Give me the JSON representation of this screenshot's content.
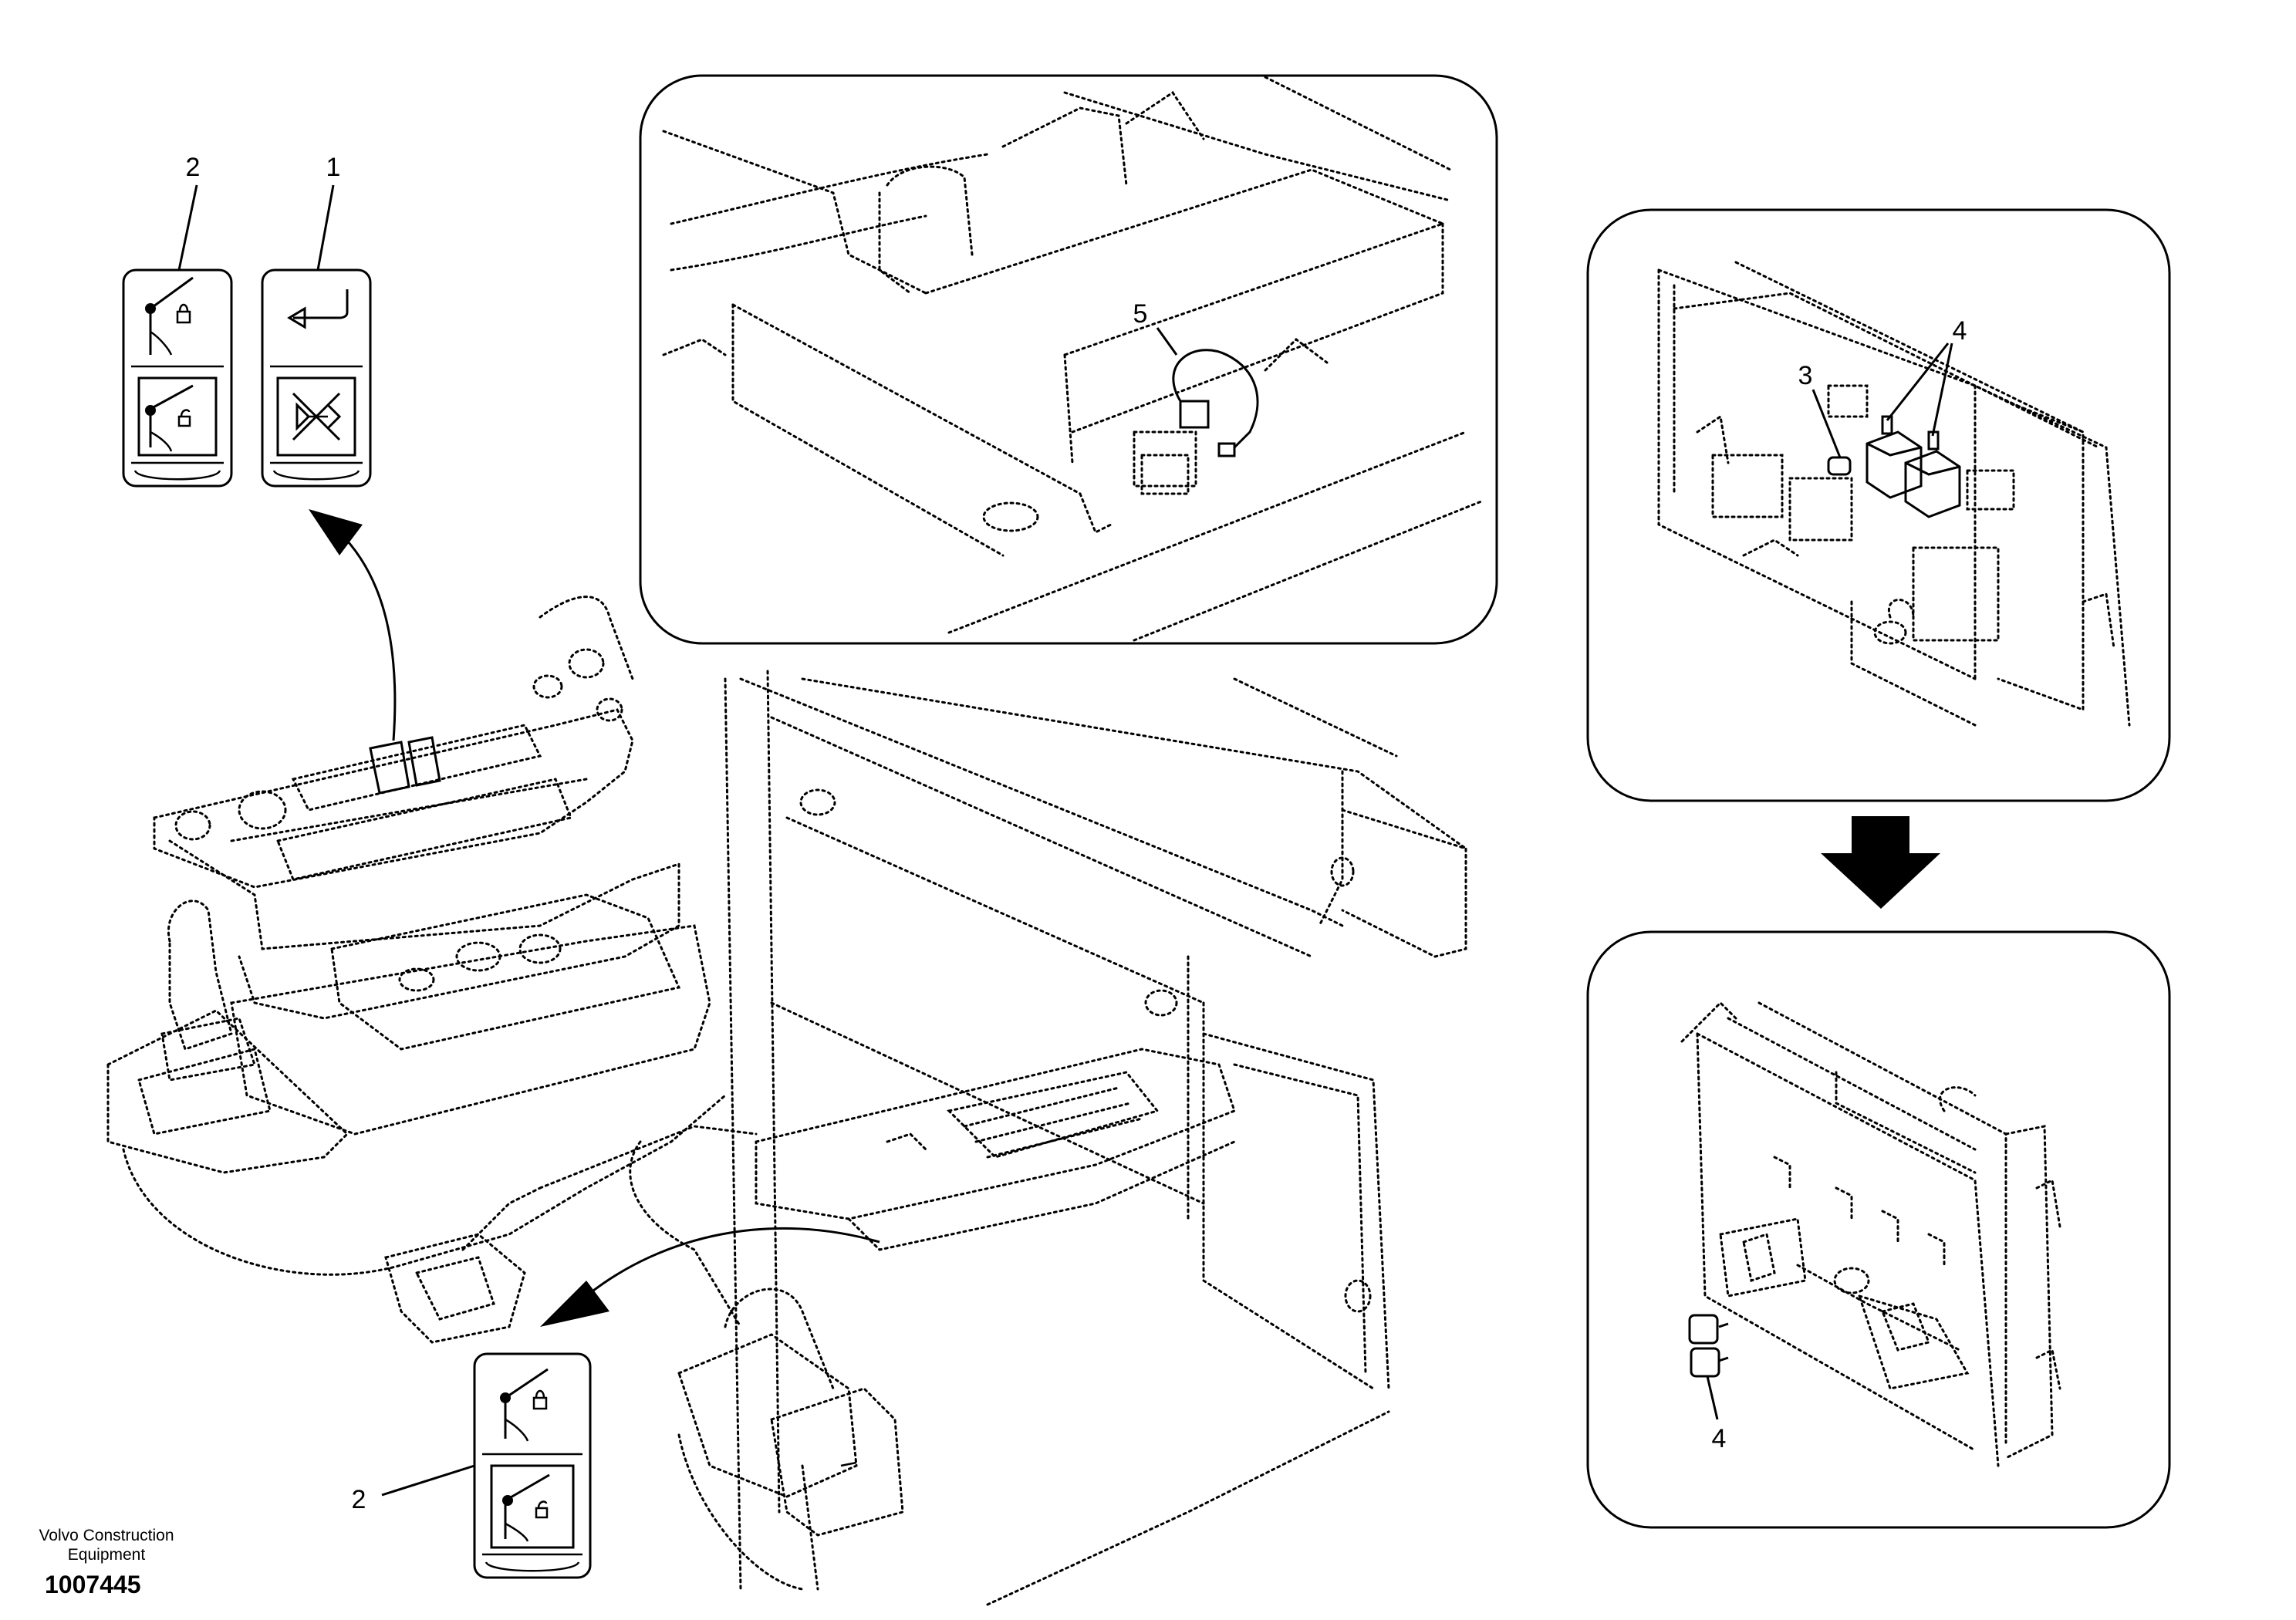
{
  "labels": {
    "l1": "1",
    "l2a": "2",
    "l2b": "2",
    "l3": "3",
    "l4a": "4",
    "l4b": "4",
    "l5": "5"
  },
  "footer": {
    "manufacturer": "Volvo Construction Equipment",
    "part_number": "1007445"
  },
  "icons": [
    "lock-switch-icon",
    "unlock-switch-icon",
    "return-arrow-icon",
    "no-travel-icon",
    "down-arrow-icon"
  ]
}
